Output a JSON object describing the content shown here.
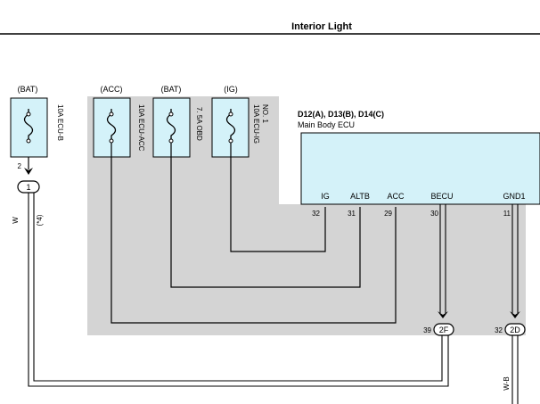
{
  "page_title": "Interior Light",
  "fuses": [
    {
      "supply": "(BAT)",
      "label": "10A ECU-B",
      "label2": ""
    },
    {
      "supply": "(ACC)",
      "label": "10A ECU-ACC",
      "label2": ""
    },
    {
      "supply": "(BAT)",
      "label": "7. 5A OBD",
      "label2": ""
    },
    {
      "supply": "(IG)",
      "label": "10A ECU-IG",
      "label2": "NO. 1"
    }
  ],
  "ecu": {
    "connectors": "D12(A), D13(B), D14(C)",
    "name": "Main Body ECU",
    "terminals": [
      {
        "name": "IG",
        "pin": "32"
      },
      {
        "name": "ALTB",
        "pin": "31"
      },
      {
        "name": "ACC",
        "pin": "29"
      },
      {
        "name": "BECU",
        "pin": "30"
      },
      {
        "name": "GND1",
        "pin": "11"
      }
    ]
  },
  "junctions": [
    {
      "id": "1",
      "pin": "2"
    },
    {
      "id": "2F",
      "pin": "39"
    },
    {
      "id": "2D",
      "pin": "32"
    }
  ],
  "wire_labels": {
    "left_color": "W",
    "left_note": "(*4)",
    "ground_color": "W-B"
  },
  "colors": {
    "shade": "#d4d4d4",
    "ecu_fill": "#d4f2f9",
    "fuse_fill": "#d4f2f9",
    "line": "#000000"
  }
}
